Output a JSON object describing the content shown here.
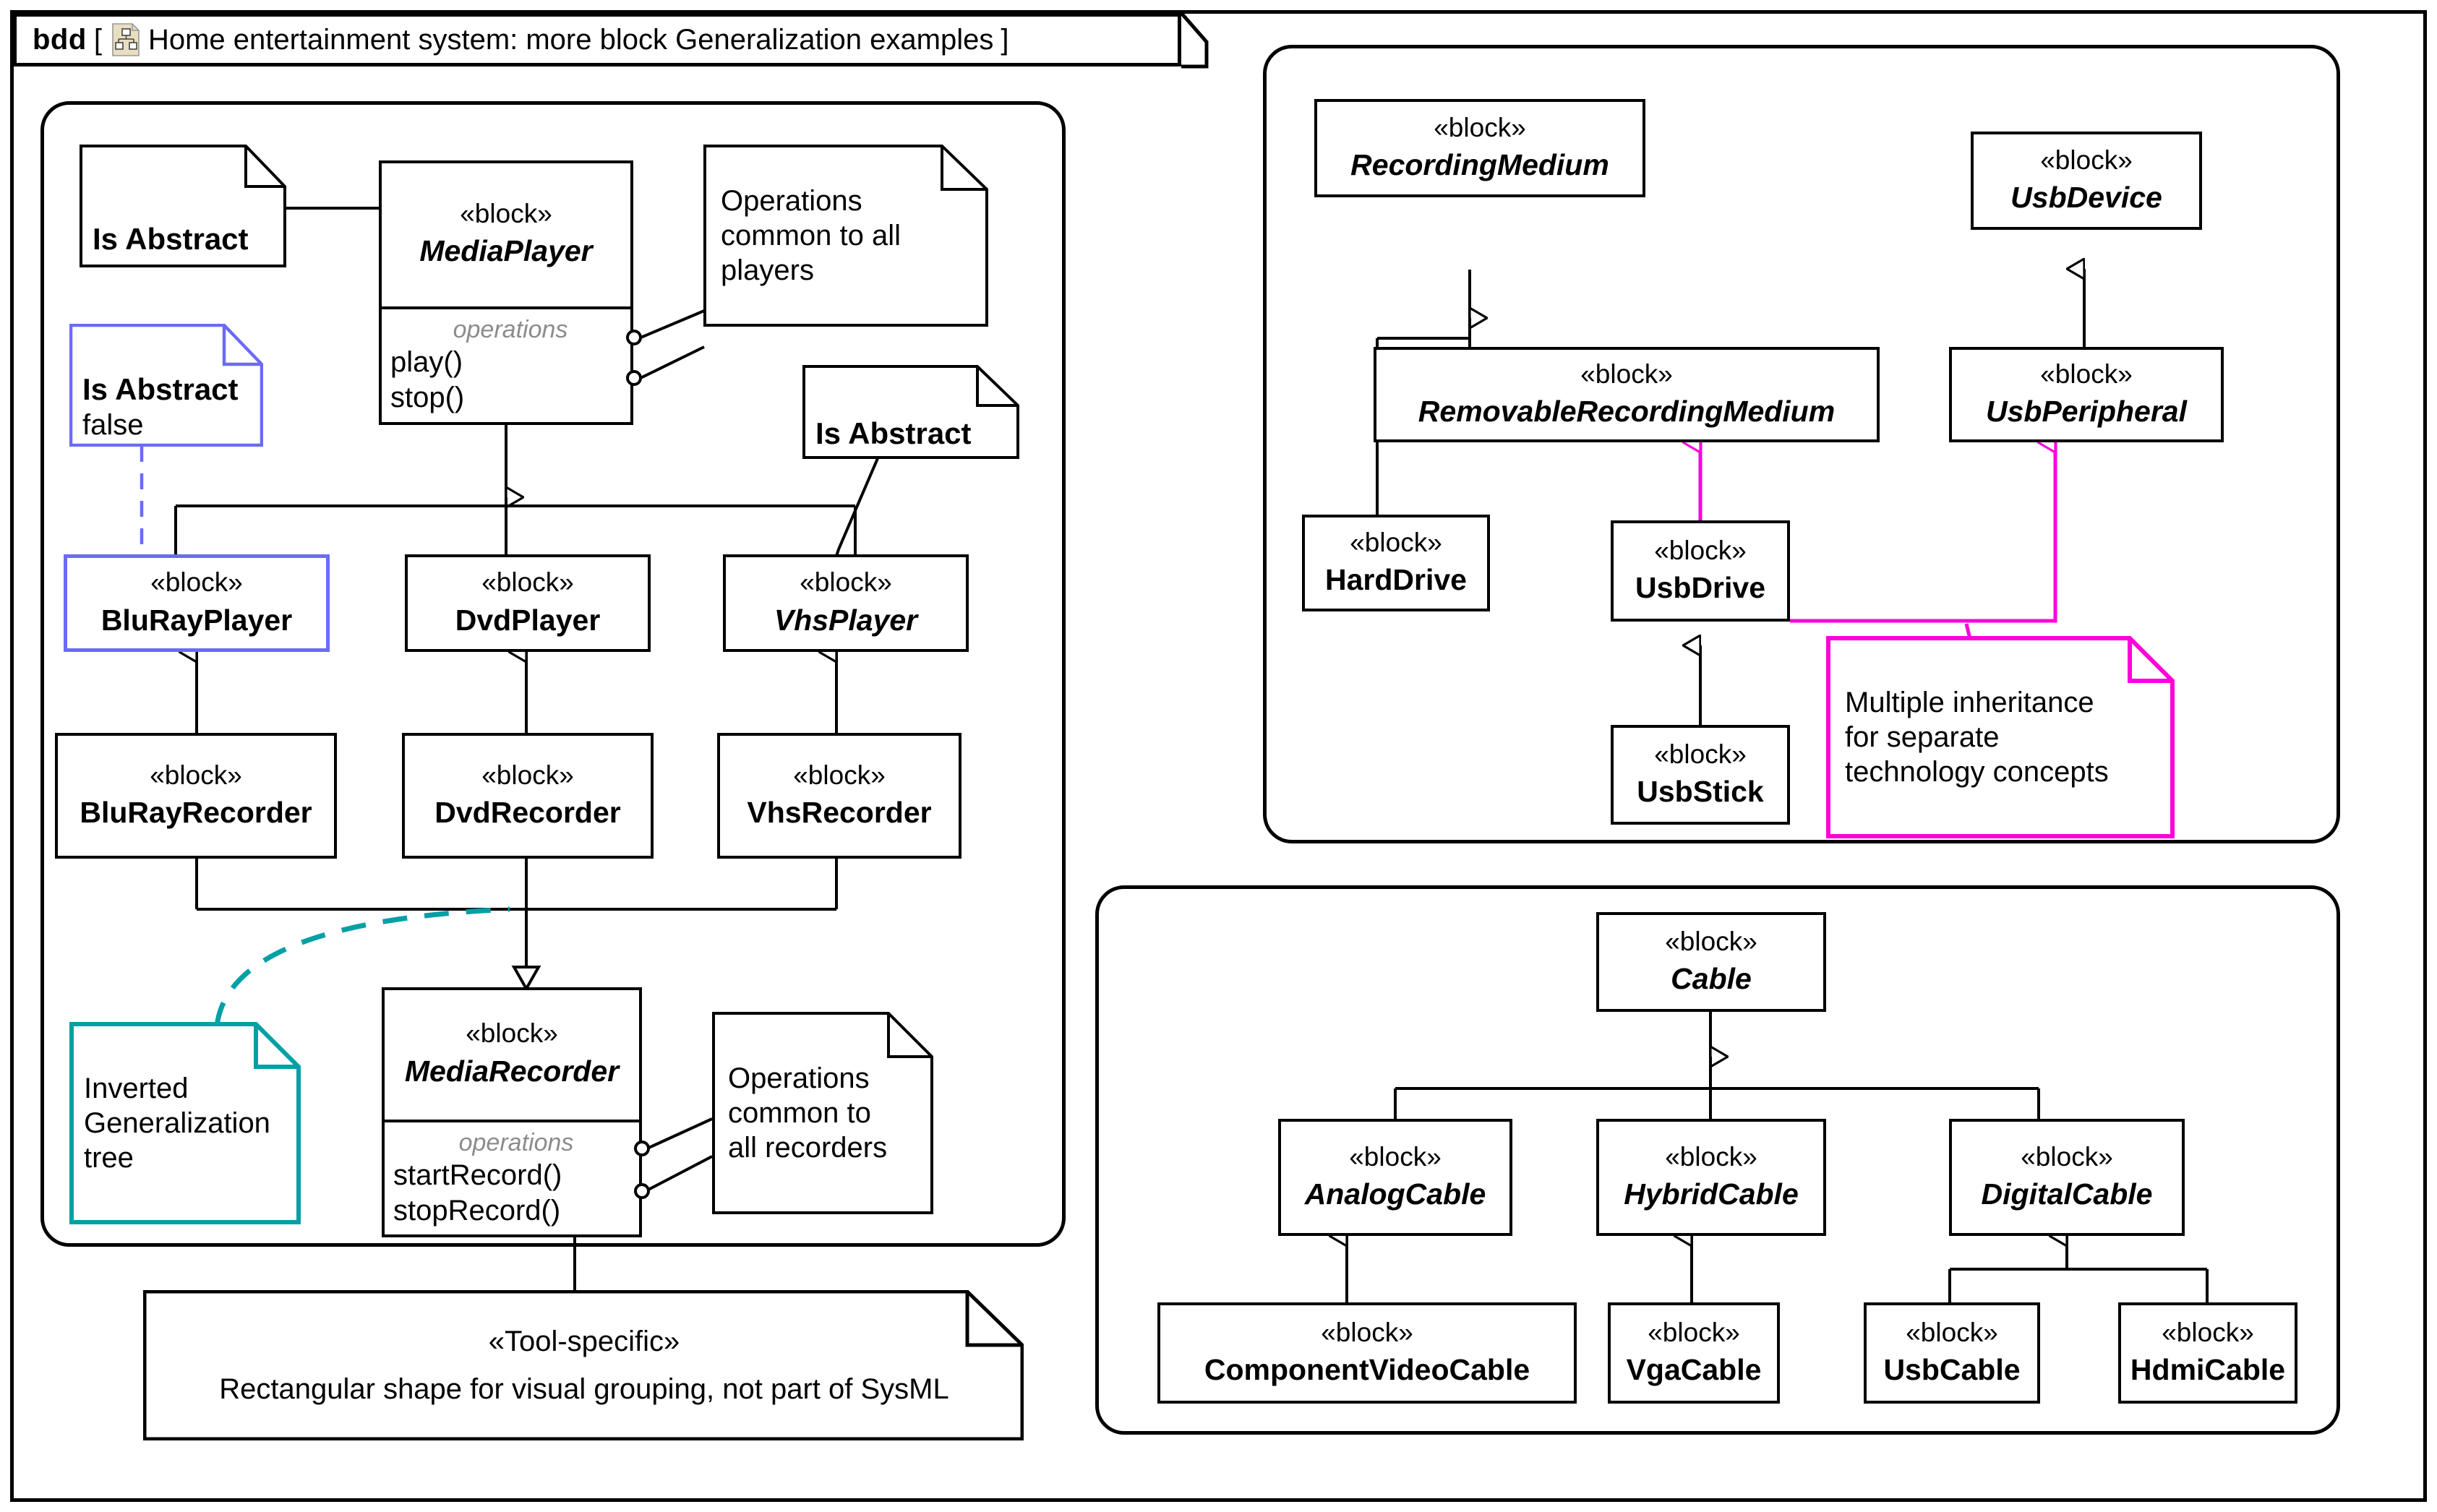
{
  "diagram": {
    "kind": "bdd",
    "open_bracket": "[",
    "close_bracket": "]",
    "title": "Home entertainment system: more block Generalization examples",
    "frame_icon": "bdd-diagram-icon"
  },
  "stereotypes": {
    "block": "«block»",
    "tool_specific": "«Tool-specific»",
    "operations": "operations"
  },
  "colors": {
    "black": "#000000",
    "blue": "#6B6BF5",
    "teal": "#00A0A5",
    "magenta": "#FF00DC",
    "gray_label": "#8c8c8c"
  },
  "panels": {
    "players": {
      "name": "players-recorders-group",
      "blocks": [
        {
          "id": "mediaplayer",
          "stereotype": "«block»",
          "name": "MediaPlayer",
          "abstract": true,
          "compartment_label": "operations",
          "operations": [
            "play()",
            "stop()"
          ],
          "border": "#000000"
        },
        {
          "id": "blurayplayer",
          "stereotype": "«block»",
          "name": "BluRayPlayer",
          "abstract": false,
          "border": "#6B6BF5"
        },
        {
          "id": "dvdplayer",
          "stereotype": "«block»",
          "name": "DvdPlayer",
          "abstract": false,
          "border": "#000000"
        },
        {
          "id": "vhsplayer",
          "stereotype": "«block»",
          "name": "VhsPlayer",
          "abstract": true,
          "border": "#000000"
        },
        {
          "id": "blurayrecorder",
          "stereotype": "«block»",
          "name": "BluRayRecorder",
          "abstract": false,
          "border": "#000000"
        },
        {
          "id": "dvdrecorder",
          "stereotype": "«block»",
          "name": "DvdRecorder",
          "abstract": false,
          "border": "#000000"
        },
        {
          "id": "vhsrecorder",
          "stereotype": "«block»",
          "name": "VhsRecorder",
          "abstract": false,
          "border": "#000000"
        },
        {
          "id": "mediarecorder",
          "stereotype": "«block»",
          "name": "MediaRecorder",
          "abstract": true,
          "compartment_label": "operations",
          "operations": [
            "startRecord()",
            "stopRecord()"
          ],
          "border": "#000000"
        }
      ],
      "notes": [
        {
          "id": "note-is-abstract-player",
          "lines": [
            "Is Abstract"
          ],
          "bold": [
            true
          ],
          "border": "#000000"
        },
        {
          "id": "note-is-abstract-false",
          "lines": [
            "Is Abstract",
            "false"
          ],
          "bold": [
            true,
            false
          ],
          "border": "#6B6BF5"
        },
        {
          "id": "note-ops-players",
          "lines": [
            "Operations",
            "common to all",
            "players"
          ],
          "border": "#000000"
        },
        {
          "id": "note-is-abstract-vhs",
          "lines": [
            "Is Abstract"
          ],
          "bold": [
            true
          ],
          "border": "#000000"
        },
        {
          "id": "note-inverted-tree",
          "lines": [
            "Inverted",
            "Generalization",
            "tree"
          ],
          "border": "#00A0A5"
        },
        {
          "id": "note-ops-recorders",
          "lines": [
            "Operations",
            "common to",
            "all recorders"
          ],
          "border": "#000000"
        }
      ]
    },
    "media": {
      "name": "recording-medium-usb-group",
      "blocks": [
        {
          "id": "recordingmedium",
          "stereotype": "«block»",
          "name": "RecordingMedium",
          "abstract": true
        },
        {
          "id": "removablerecordingmedium",
          "stereotype": "«block»",
          "name": "RemovableRecordingMedium",
          "abstract": true
        },
        {
          "id": "usbdevice",
          "stereotype": "«block»",
          "name": "UsbDevice",
          "abstract": true
        },
        {
          "id": "usbperipheral",
          "stereotype": "«block»",
          "name": "UsbPeripheral",
          "abstract": true
        },
        {
          "id": "harddrive",
          "stereotype": "«block»",
          "name": "HardDrive",
          "abstract": false
        },
        {
          "id": "usbdrive",
          "stereotype": "«block»",
          "name": "UsbDrive",
          "abstract": false
        },
        {
          "id": "usbstick",
          "stereotype": "«block»",
          "name": "UsbStick",
          "abstract": false
        }
      ],
      "notes": [
        {
          "id": "note-multiple-inheritance",
          "lines": [
            "Multiple inheritance",
            "for separate",
            "technology concepts"
          ],
          "border": "#FF00DC"
        }
      ]
    },
    "cables": {
      "name": "cable-group",
      "blocks": [
        {
          "id": "cable",
          "stereotype": "«block»",
          "name": "Cable",
          "abstract": true
        },
        {
          "id": "analogcable",
          "stereotype": "«block»",
          "name": "AnalogCable",
          "abstract": true
        },
        {
          "id": "hybridcable",
          "stereotype": "«block»",
          "name": "HybridCable",
          "abstract": true
        },
        {
          "id": "digitalcable",
          "stereotype": "«block»",
          "name": "DigitalCable",
          "abstract": true
        },
        {
          "id": "componentvideocable",
          "stereotype": "«block»",
          "name": "ComponentVideoCable",
          "abstract": false
        },
        {
          "id": "vgacable",
          "stereotype": "«block»",
          "name": "VgaCable",
          "abstract": false
        },
        {
          "id": "usbcable",
          "stereotype": "«block»",
          "name": "UsbCable",
          "abstract": false
        },
        {
          "id": "hdmicable",
          "stereotype": "«block»",
          "name": "HdmiCable",
          "abstract": false
        }
      ]
    }
  },
  "bottom_note": {
    "id": "note-tool-specific",
    "stereotype": "«Tool-specific»",
    "text": "Rectangular shape for visual grouping, not part of SysML"
  }
}
